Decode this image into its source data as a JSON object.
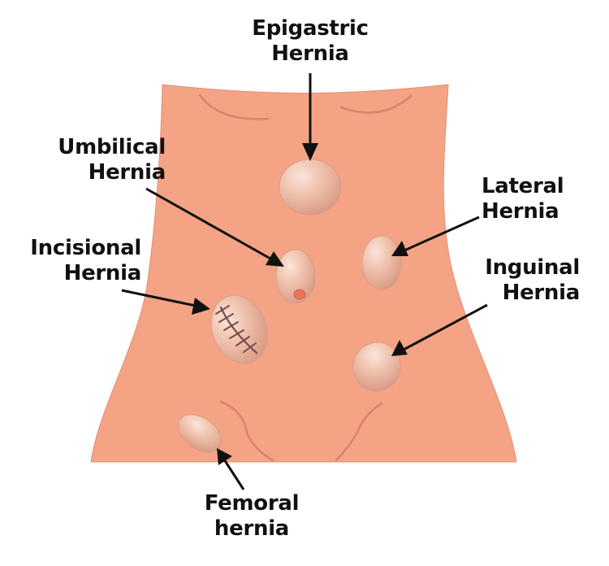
{
  "colors": {
    "skin": "#F4A385",
    "skin_edge": "#E2907A",
    "contour": "#D9826C",
    "bulge_light": "#FBE6DA",
    "bulge_mid": "#EFC2AD",
    "bulge_dark": "#D99A85",
    "suture": "#7A4A4A",
    "umbilicus": "#E8745C",
    "arrow": "#111111"
  },
  "labels": {
    "epigastric": {
      "line1": "Epigastric",
      "line2": "Hernia"
    },
    "umbilical": {
      "line1": "Umbilical",
      "line2": "Hernia"
    },
    "lateral": {
      "line1": "Lateral",
      "line2": "Hernia"
    },
    "incisional": {
      "line1": "Incisional",
      "line2": "Hernia"
    },
    "inguinal": {
      "line1": "Inguinal",
      "line2": "Hernia"
    },
    "femoral": {
      "line1": "Femoral",
      "line2": "hernia"
    }
  }
}
